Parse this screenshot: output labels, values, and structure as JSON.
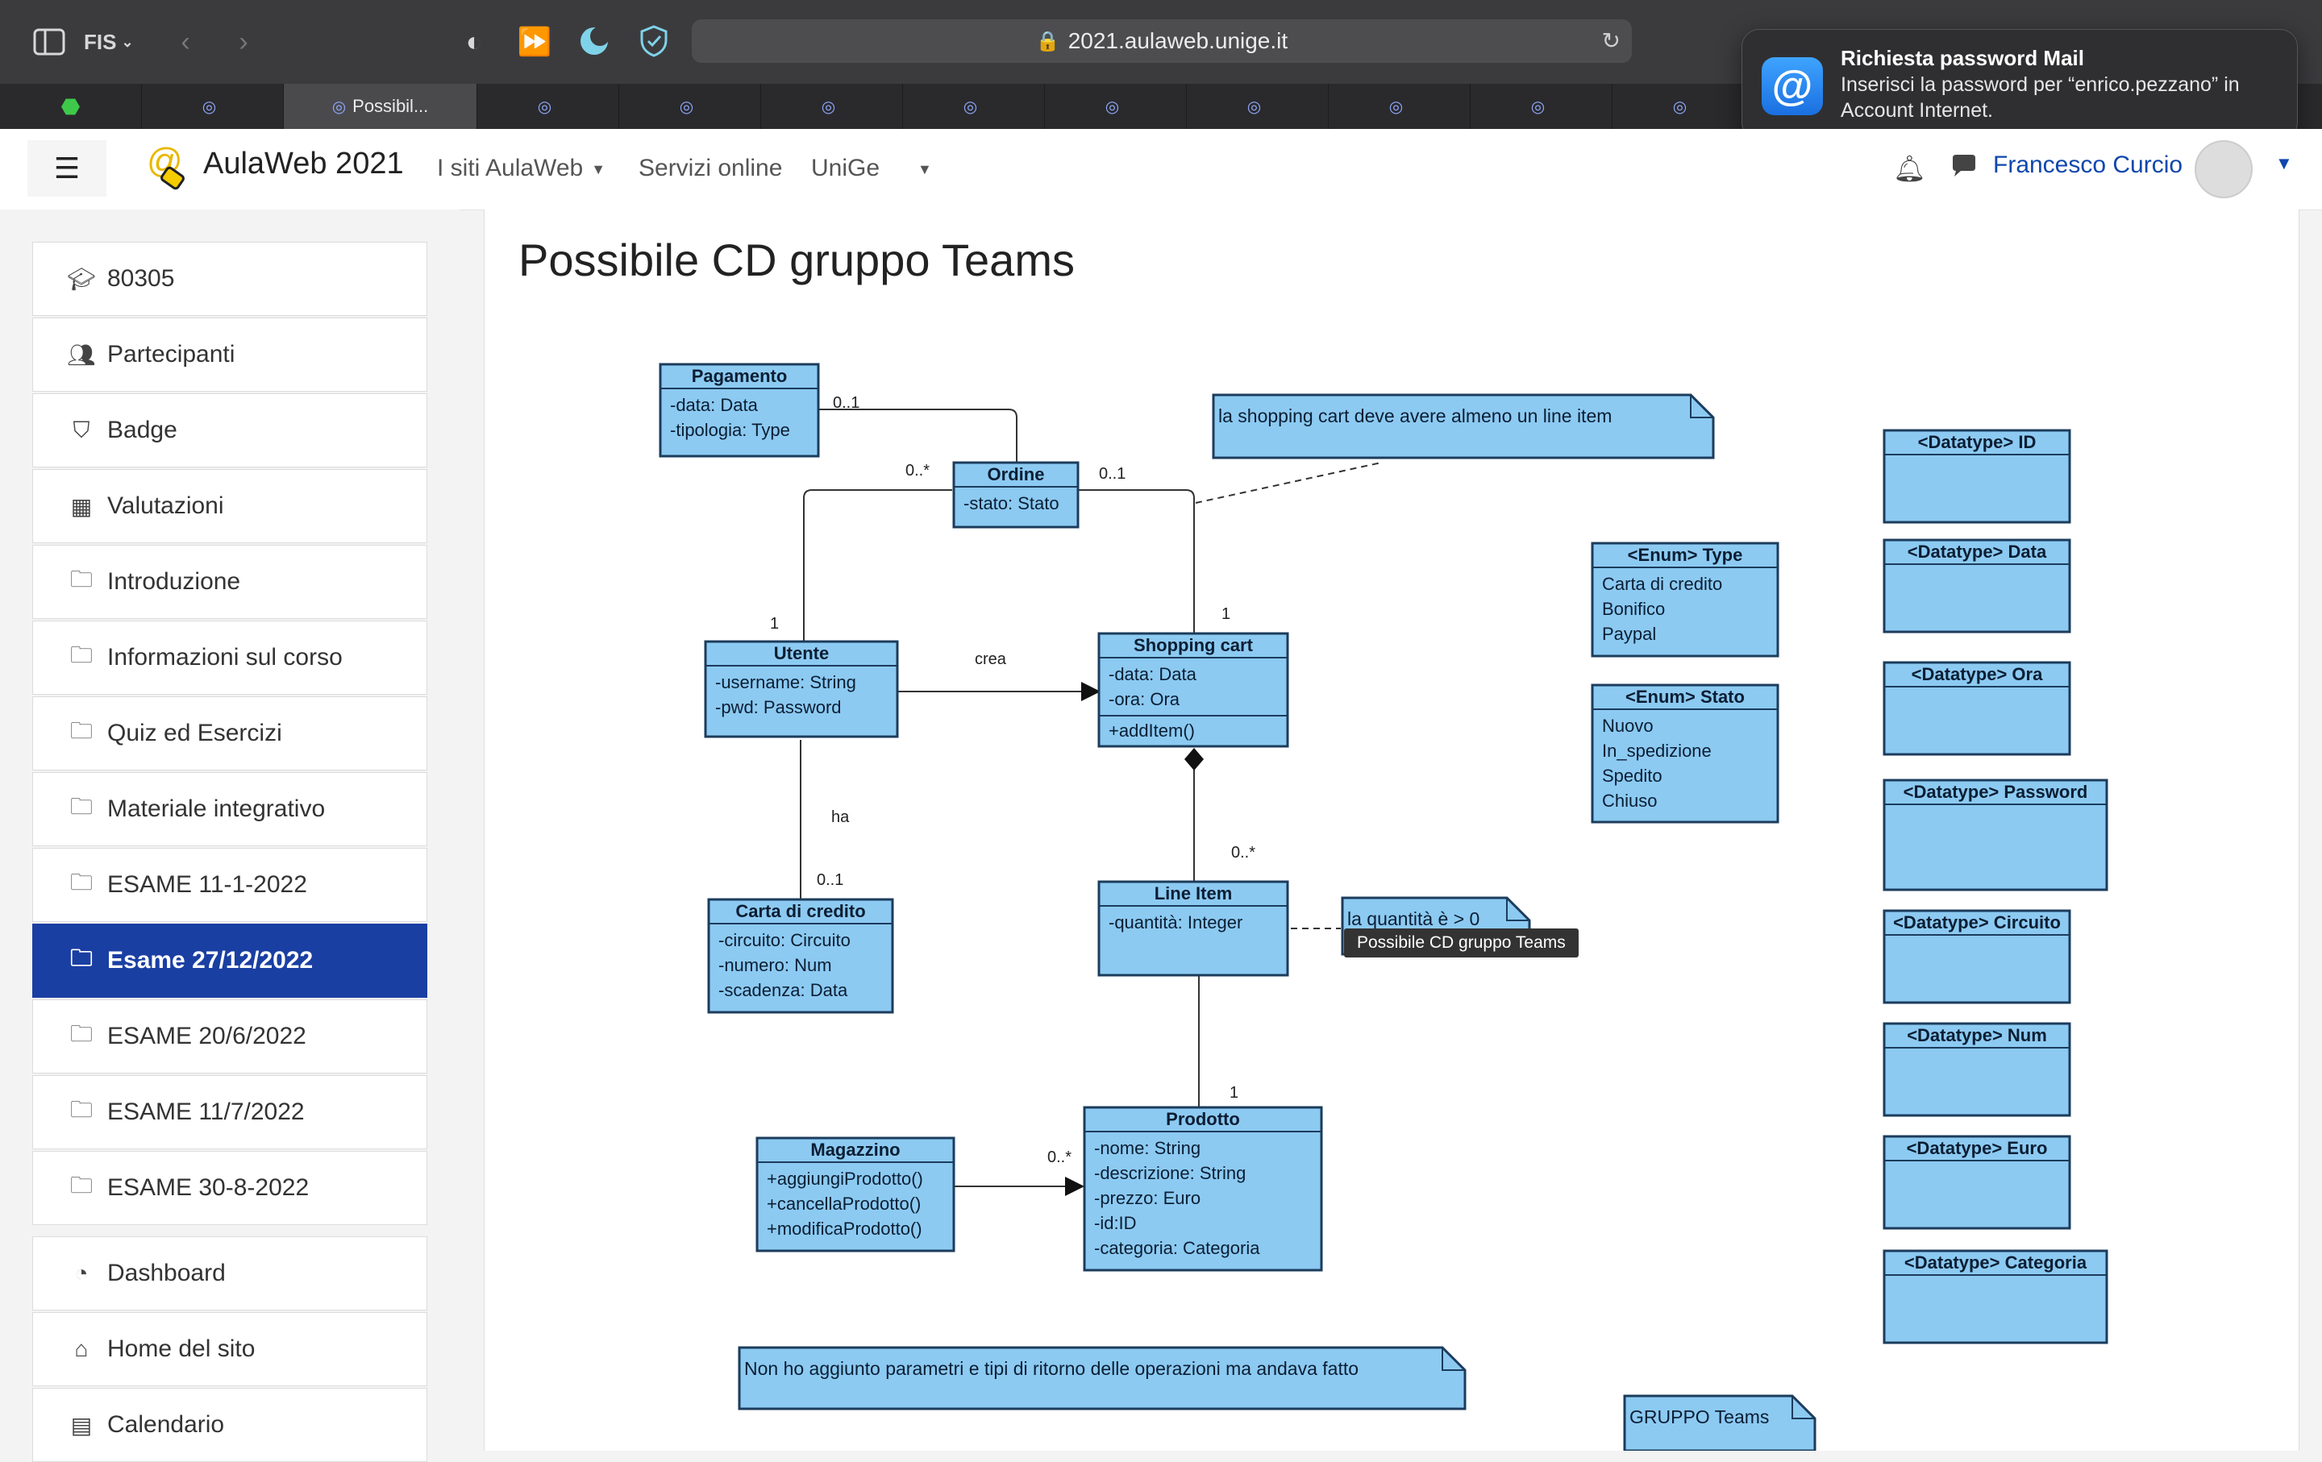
{
  "browser": {
    "tab_group": "FIS",
    "url": "2021.aulaweb.unige.it",
    "active_tab": "Possibil..."
  },
  "notification": {
    "title": "Richiesta password Mail",
    "body": "Inserisci la password per “enrico.pezzano” in Account Internet."
  },
  "navbar": {
    "site_name": "AulaWeb 2021",
    "links": [
      "I siti AulaWeb",
      "Servizi online",
      "UniGe"
    ],
    "user": "Francesco Curcio"
  },
  "sidebar": {
    "items": [
      {
        "icon": "graduation-cap-icon",
        "label": "80305"
      },
      {
        "icon": "users-icon",
        "label": "Partecipanti"
      },
      {
        "icon": "shield-icon",
        "label": "Badge"
      },
      {
        "icon": "table-icon",
        "label": "Valutazioni"
      },
      {
        "icon": "folder-icon",
        "label": "Introduzione"
      },
      {
        "icon": "folder-icon",
        "label": "Informazioni sul corso"
      },
      {
        "icon": "folder-icon",
        "label": "Quiz ed Esercizi"
      },
      {
        "icon": "folder-icon",
        "label": "Materiale integrativo"
      },
      {
        "icon": "folder-icon",
        "label": "ESAME 11-1-2022"
      },
      {
        "icon": "folder-icon",
        "label": "Esame 27/12/2022",
        "active": true
      },
      {
        "icon": "folder-icon",
        "label": "ESAME 20/6/2022"
      },
      {
        "icon": "folder-icon",
        "label": "ESAME 11/7/2022"
      },
      {
        "icon": "folder-icon",
        "label": "ESAME 30-8-2022"
      }
    ],
    "items2": [
      {
        "icon": "dashboard-icon",
        "label": "Dashboard"
      },
      {
        "icon": "home-icon",
        "label": "Home del sito"
      },
      {
        "icon": "calendar-icon",
        "label": "Calendario"
      }
    ]
  },
  "page": {
    "title": "Possibile CD gruppo Teams",
    "tooltip": "Possibile CD gruppo Teams"
  },
  "diagram": {
    "classes": [
      {
        "id": "pagamento",
        "name": "Pagamento",
        "attrs": [
          "-data: Data",
          "-tipologia: Type"
        ],
        "ops": []
      },
      {
        "id": "ordine",
        "name": "Ordine",
        "attrs": [
          "-stato: Stato"
        ],
        "ops": []
      },
      {
        "id": "utente",
        "name": "Utente",
        "attrs": [
          "-username: String",
          "-pwd: Password"
        ],
        "ops": []
      },
      {
        "id": "shopping-cart",
        "name": "Shopping cart",
        "attrs": [
          "-data: Data",
          "-ora: Ora"
        ],
        "ops": [
          "+addItem()"
        ]
      },
      {
        "id": "carta",
        "name": "Carta di credito",
        "attrs": [
          "-circuito: Circuito",
          "-numero: Num",
          "-scadenza: Data"
        ],
        "ops": []
      },
      {
        "id": "line-item",
        "name": "Line Item",
        "attrs": [
          "-quantità: Integer"
        ],
        "ops": []
      },
      {
        "id": "magazzino",
        "name": "Magazzino",
        "attrs": [
          "+aggiungiProdotto()",
          "+cancellaProdotto()",
          "+modificaProdotto()"
        ],
        "ops": []
      },
      {
        "id": "prodotto",
        "name": "Prodotto",
        "attrs": [
          "-nome: String",
          "-descrizione: String",
          "-prezzo: Euro",
          "-id:ID",
          "-categoria: Categoria"
        ],
        "ops": []
      },
      {
        "id": "enum-type",
        "name": "<Enum> Type",
        "attrs": [
          "Carta di credito",
          "Bonifico",
          "Paypal"
        ],
        "ops": []
      },
      {
        "id": "enum-stato",
        "name": "<Enum> Stato",
        "attrs": [
          "Nuovo",
          "In_spedizione",
          "Spedito",
          "Chiuso"
        ],
        "ops": []
      },
      {
        "id": "dt-id",
        "name": "<Datatype> ID",
        "attrs": [],
        "ops": []
      },
      {
        "id": "dt-data",
        "name": "<Datatype> Data",
        "attrs": [],
        "ops": []
      },
      {
        "id": "dt-ora",
        "name": "<Datatype> Ora",
        "attrs": [],
        "ops": []
      },
      {
        "id": "dt-password",
        "name": "<Datatype> Password",
        "attrs": [],
        "ops": []
      },
      {
        "id": "dt-circuito",
        "name": "<Datatype> Circuito",
        "attrs": [],
        "ops": []
      },
      {
        "id": "dt-num",
        "name": "<Datatype> Num",
        "attrs": [],
        "ops": []
      },
      {
        "id": "dt-euro",
        "name": "<Datatype> Euro",
        "attrs": [],
        "ops": []
      },
      {
        "id": "dt-categoria",
        "name": "<Datatype> Categoria",
        "attrs": [],
        "ops": []
      }
    ],
    "notes": [
      {
        "id": "note-cart",
        "text": "la shopping cart deve avere almeno un line item"
      },
      {
        "id": "note-qty",
        "text": "la quantità è  > 0"
      },
      {
        "id": "note-ops",
        "text": "Non ho aggiunto parametri e tipi di ritorno delle operazioni ma andava fatto"
      },
      {
        "id": "note-group",
        "text": "GRUPPO Teams"
      }
    ],
    "labels": [
      {
        "id": "m-pag",
        "text": "0..1"
      },
      {
        "id": "m-ord-ut",
        "text": "0..*"
      },
      {
        "id": "m-ord-cart",
        "text": "0..1"
      },
      {
        "id": "m-ut",
        "text": "1"
      },
      {
        "id": "m-cart",
        "text": "1"
      },
      {
        "id": "crea",
        "text": "crea"
      },
      {
        "id": "ha",
        "text": "ha"
      },
      {
        "id": "m-carta",
        "text": "0..1"
      },
      {
        "id": "m-li",
        "text": "0..*"
      },
      {
        "id": "m-prod",
        "text": "1"
      },
      {
        "id": "m-mag",
        "text": "0..*"
      }
    ]
  },
  "colors": {
    "class_fill": "#8ccaf2",
    "note_fill": "#8ccaf2",
    "active_nav": "#1a3fa3",
    "user_link": "#0f47ad"
  }
}
